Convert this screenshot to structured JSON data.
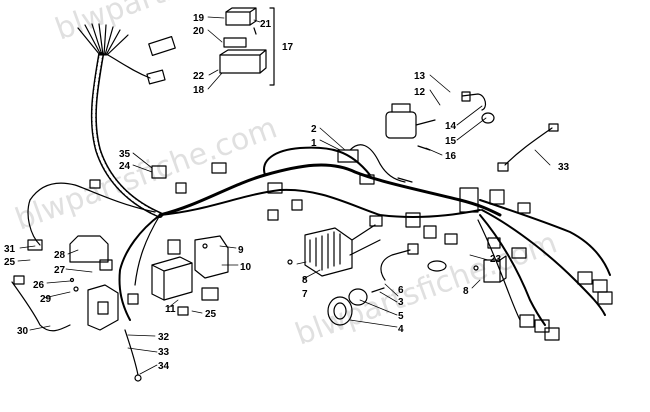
{
  "watermark": {
    "text": "blwpartsfiche.com"
  },
  "callouts": [
    {
      "id": "c1",
      "text": "1"
    },
    {
      "id": "c2",
      "text": "2"
    },
    {
      "id": "c3",
      "text": "3"
    },
    {
      "id": "c4",
      "text": "4"
    },
    {
      "id": "c5",
      "text": "5"
    },
    {
      "id": "c6",
      "text": "6"
    },
    {
      "id": "c7",
      "text": "7"
    },
    {
      "id": "c8a",
      "text": "8"
    },
    {
      "id": "c8b",
      "text": "8"
    },
    {
      "id": "c9",
      "text": "9"
    },
    {
      "id": "c10",
      "text": "10"
    },
    {
      "id": "c11",
      "text": "11"
    },
    {
      "id": "c12",
      "text": "12"
    },
    {
      "id": "c13",
      "text": "13"
    },
    {
      "id": "c14",
      "text": "14"
    },
    {
      "id": "c15",
      "text": "15"
    },
    {
      "id": "c16",
      "text": "16"
    },
    {
      "id": "c17",
      "text": "17"
    },
    {
      "id": "c18",
      "text": "18"
    },
    {
      "id": "c19",
      "text": "19"
    },
    {
      "id": "c20",
      "text": "20"
    },
    {
      "id": "c21",
      "text": "21"
    },
    {
      "id": "c22",
      "text": "22"
    },
    {
      "id": "c23",
      "text": "23"
    },
    {
      "id": "c24",
      "text": "24"
    },
    {
      "id": "c25a",
      "text": "25"
    },
    {
      "id": "c25b",
      "text": "25"
    },
    {
      "id": "c26",
      "text": "26"
    },
    {
      "id": "c27",
      "text": "27"
    },
    {
      "id": "c28",
      "text": "28"
    },
    {
      "id": "c29",
      "text": "29"
    },
    {
      "id": "c30",
      "text": "30"
    },
    {
      "id": "c31",
      "text": "31"
    },
    {
      "id": "c32",
      "text": "32"
    },
    {
      "id": "c33a",
      "text": "33"
    },
    {
      "id": "c33b",
      "text": "33"
    },
    {
      "id": "c34",
      "text": "34"
    },
    {
      "id": "c35",
      "text": "35"
    }
  ]
}
